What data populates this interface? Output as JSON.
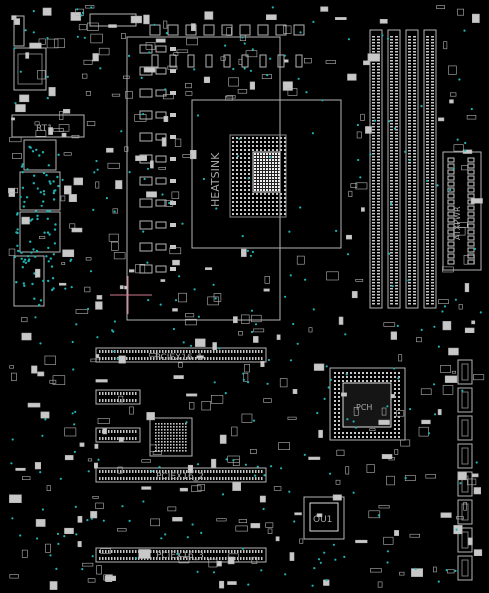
{
  "board_labels": {
    "heatsink": "HEATSINK",
    "rt1": "RT1",
    "pciex16_1": "PCIEX16_1",
    "pciex16_2": "PCIEX16_2",
    "pciex16_3": "PCIEX16_3",
    "ou1": "OU1",
    "chipset": "PCH",
    "atx_power": "ATXPWR"
  },
  "colors": {
    "background": "#000000",
    "outline": "#b4b4b4",
    "pad": "#c8c8c8",
    "via": "#1fb3b3",
    "cursor": "#d07a90"
  }
}
